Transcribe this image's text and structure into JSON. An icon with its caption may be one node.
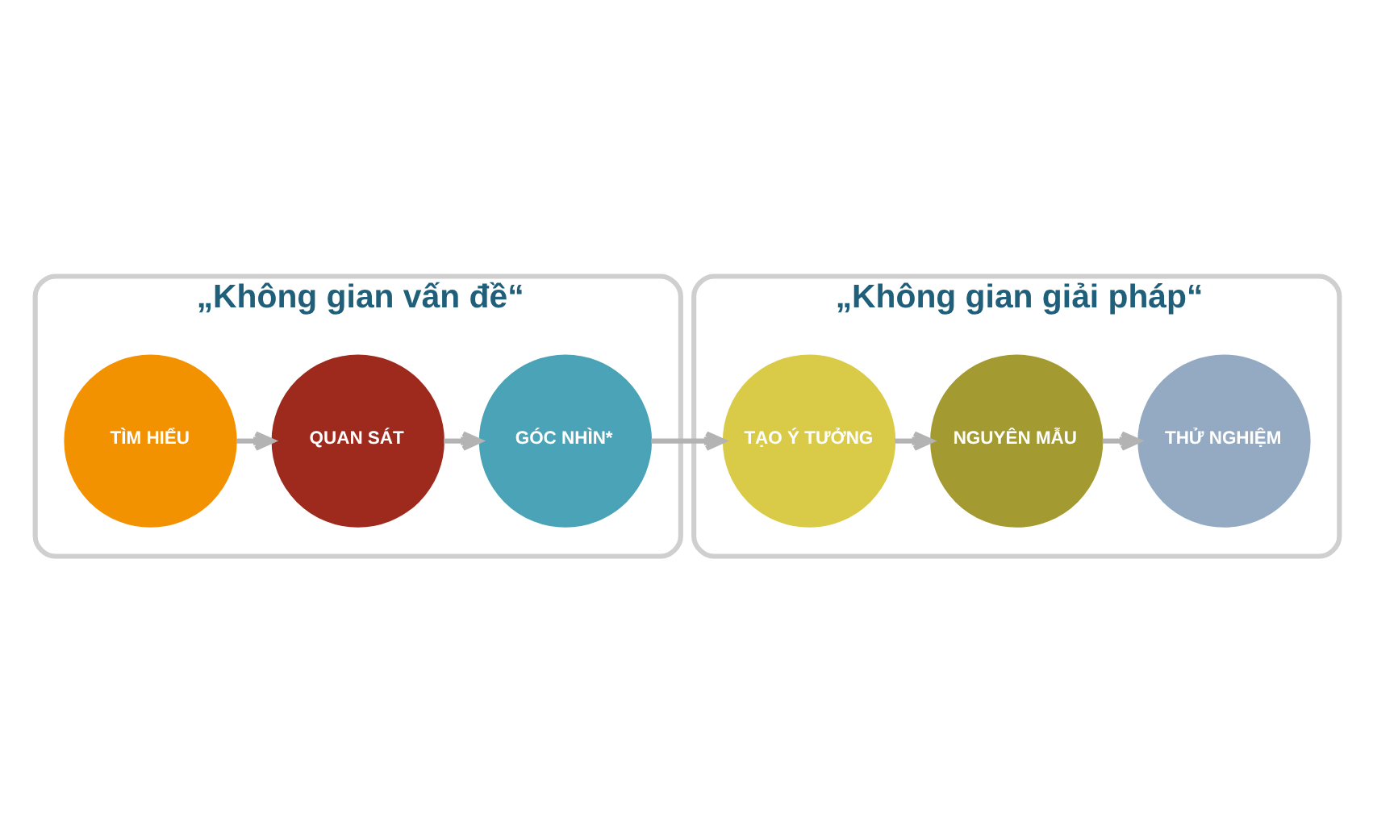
{
  "diagram": {
    "nodes": [
      {
        "text": [
          "„Không gian vấn đề“"
        ]
      },
      {
        "text": [
          "TÌM HIỂU"
        ],
        "in": 0
      },
      {
        "text": [
          "QUAN SÁT"
        ],
        "in": 0
      },
      {
        "text": [
          "GÓC NHÌN*"
        ],
        "in": 0
      },
      {
        "text": [
          "„Không gian giải pháp“"
        ]
      },
      {
        "text": [
          "TẠO Ý TƯỞNG"
        ],
        "in": 4
      },
      {
        "text": [
          "NGUYÊN MẪU"
        ],
        "in": 4
      },
      {
        "text": [
          "THỬ NGHIỆM"
        ],
        "in": 4
      }
    ],
    "edges": [
      {
        "from": 1,
        "to": 2,
        "arrow": "to"
      },
      {
        "from": 2,
        "to": 3,
        "arrow": "to"
      },
      {
        "from": 3,
        "to": 5,
        "arrow": "to"
      },
      {
        "from": 5,
        "to": 6,
        "arrow": "to"
      },
      {
        "from": 6,
        "to": 7,
        "arrow": "to"
      }
    ]
  }
}
